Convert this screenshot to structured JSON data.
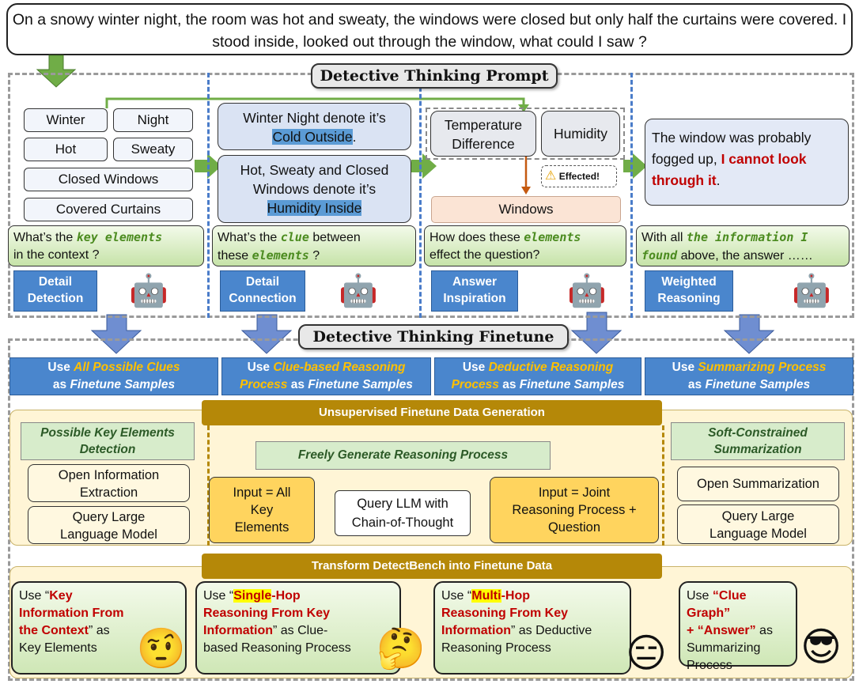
{
  "question": "On a snowy winter night, the room was hot and sweaty, the windows were closed but only half the curtains were covered. I stood inside, looked out through the window, what could I saw ?",
  "prompt_title": "Detective Thinking Prompt",
  "finetune_title": "Detective Thinking Finetune",
  "col1": {
    "keywords": [
      "Winter",
      "Night",
      "Hot",
      "Sweaty",
      "Closed Windows",
      "Covered Curtains"
    ],
    "bubble": {
      "a": "What’s the ",
      "b": "key elements",
      "c": "in the context ?"
    },
    "label": [
      "Detail",
      "Detection"
    ]
  },
  "col2": {
    "box1": {
      "a": "Winter Night denote it’s",
      "b": "Cold Outside",
      "c": "."
    },
    "box2": {
      "a": "Hot, Sweaty and Closed",
      "b": "Windows denote it’s",
      "c": "Humidity Inside"
    },
    "bubble": {
      "a": "What’s the ",
      "b": "clue",
      "c": " between",
      "d": "these ",
      "e": "elements",
      "f": " ?"
    },
    "label": [
      "Detail",
      "Connection"
    ]
  },
  "col3": {
    "temp": [
      "Temperature",
      "Difference"
    ],
    "humidity": "Humidity",
    "effected": "Effected!",
    "windows": "Windows",
    "bubble": {
      "a": "How does these ",
      "b": "elements",
      "c": "effect the question?"
    },
    "label": [
      "Answer",
      "Inspiration"
    ]
  },
  "col4": {
    "box": {
      "a": "The window was probably",
      "b": "fogged up, ",
      "c": "I cannot look",
      "d": "through it",
      "e": "."
    },
    "bubble": {
      "a": "With all ",
      "b": "the information I",
      "c": "found",
      "d": " above, the answer ……"
    },
    "label": [
      "Weighted",
      "Reasoning"
    ]
  },
  "finetune": [
    {
      "use": "Use ",
      "hl": "All Possible Clues",
      "as": "as ",
      "fs": "Finetune Samples"
    },
    {
      "use": "Use ",
      "hl": "Clue-based Reasoning",
      "hl2": "Process",
      "as": " as ",
      "fs": "Finetune Samples"
    },
    {
      "use": "Use ",
      "hl": "Deductive Reasoning",
      "hl2": "Process",
      "as": " as ",
      "fs": "Finetune Samples"
    },
    {
      "use": "Use ",
      "hl": "Summarizing Process",
      "as": "as ",
      "fs": "Finetune Samples"
    }
  ],
  "unsup": {
    "title": "Unsupervised Finetune Data Generation",
    "left_title": [
      "Possible Key Elements",
      "Detection"
    ],
    "left_items": [
      [
        "Open Information",
        "Extraction"
      ],
      [
        "Query Large",
        "Language Model"
      ]
    ],
    "mid_title": "Freely Generate Reasoning Process",
    "input_left": [
      "Input = All",
      "Key",
      "Elements"
    ],
    "query": [
      "Query LLM with",
      "Chain-of-Thought"
    ],
    "input_right": [
      "Input = Joint",
      "Reasoning Process +",
      "Question"
    ],
    "right_title": [
      "Soft-Constrained",
      "Summarization"
    ],
    "right_items": [
      [
        "Open Summarization"
      ],
      [
        "Query Large",
        "Language Model"
      ]
    ]
  },
  "transform": {
    "title": "Transform DetectBench into Finetune Data",
    "b1": {
      "a": "Use “",
      "b": "Key",
      "c": "Information From",
      "d": "the Context",
      "e": "” as",
      "f": "Key Elements"
    },
    "b2": {
      "a": "Use “",
      "b": "Single",
      "c": "-Hop",
      "d": "Reasoning From Key",
      "e": "Information",
      "f": "” as Clue-",
      "g": "based Reasoning Process"
    },
    "b3": {
      "a": "Use “",
      "b": "Multi",
      "c": "-Hop",
      "d": "Reasoning From Key",
      "e": "Information",
      "f": "” as Deductive",
      "g": "Reasoning Process"
    },
    "b4": {
      "a": "Use ",
      "b": "“Clue Graph”",
      "c": "+ “Answer”",
      "d": " as",
      "e": "Summarizing",
      "f": "Process"
    }
  },
  "icons": {
    "robot1": "🤖",
    "robot2": "🤖",
    "robot3": "🤖",
    "robot4": "🤖",
    "face1": "🤨",
    "face2": "🤔",
    "face3": "😑",
    "face4": "😎",
    "warning": "⚠"
  },
  "colors": {
    "blue_label": "#4a86cd",
    "gold": "#b58808",
    "highlight_orange": "#ffc000",
    "red": "#c00000",
    "green_italic": "#4b8b1f"
  }
}
